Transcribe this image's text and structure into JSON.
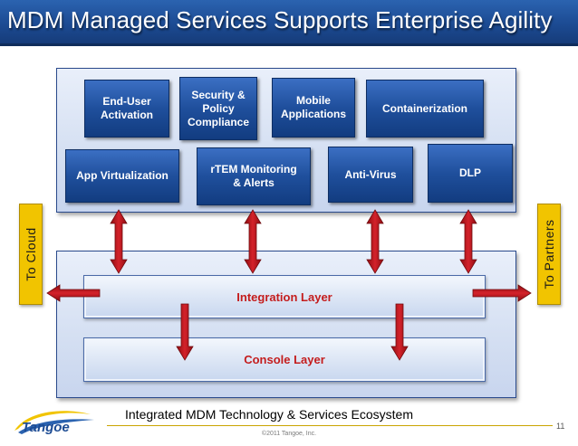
{
  "slide": {
    "title": "MDM Managed Services Supports Enterprise Agility",
    "caption": "Integrated MDM Technology & Services Ecosystem",
    "copyright": "©2011 Tangoe, Inc.",
    "page_number": "11",
    "logo_text": "Tangoe"
  },
  "side_tabs": {
    "left": "To  Cloud",
    "right": "To  Partners"
  },
  "services": {
    "end_user_activation": "End-User\nActivation",
    "security_policy": "Security &\nPolicy\nCompliance",
    "mobile_applications": "Mobile\nApplications",
    "containerization": "Containerization",
    "app_virtualization": "App Virtualization",
    "rtem_monitoring": "rTEM Monitoring\n& Alerts",
    "anti_virus": "Anti-Virus",
    "dlp": "DLP"
  },
  "layers": {
    "integration": "Integration Layer",
    "console": "Console Layer"
  },
  "colors": {
    "title_bar": "#1c4b93",
    "service_box": "#1f4f9c",
    "arrow": "#c0151b",
    "side_tab": "#f1c400",
    "layer_text": "#c41d1d"
  }
}
